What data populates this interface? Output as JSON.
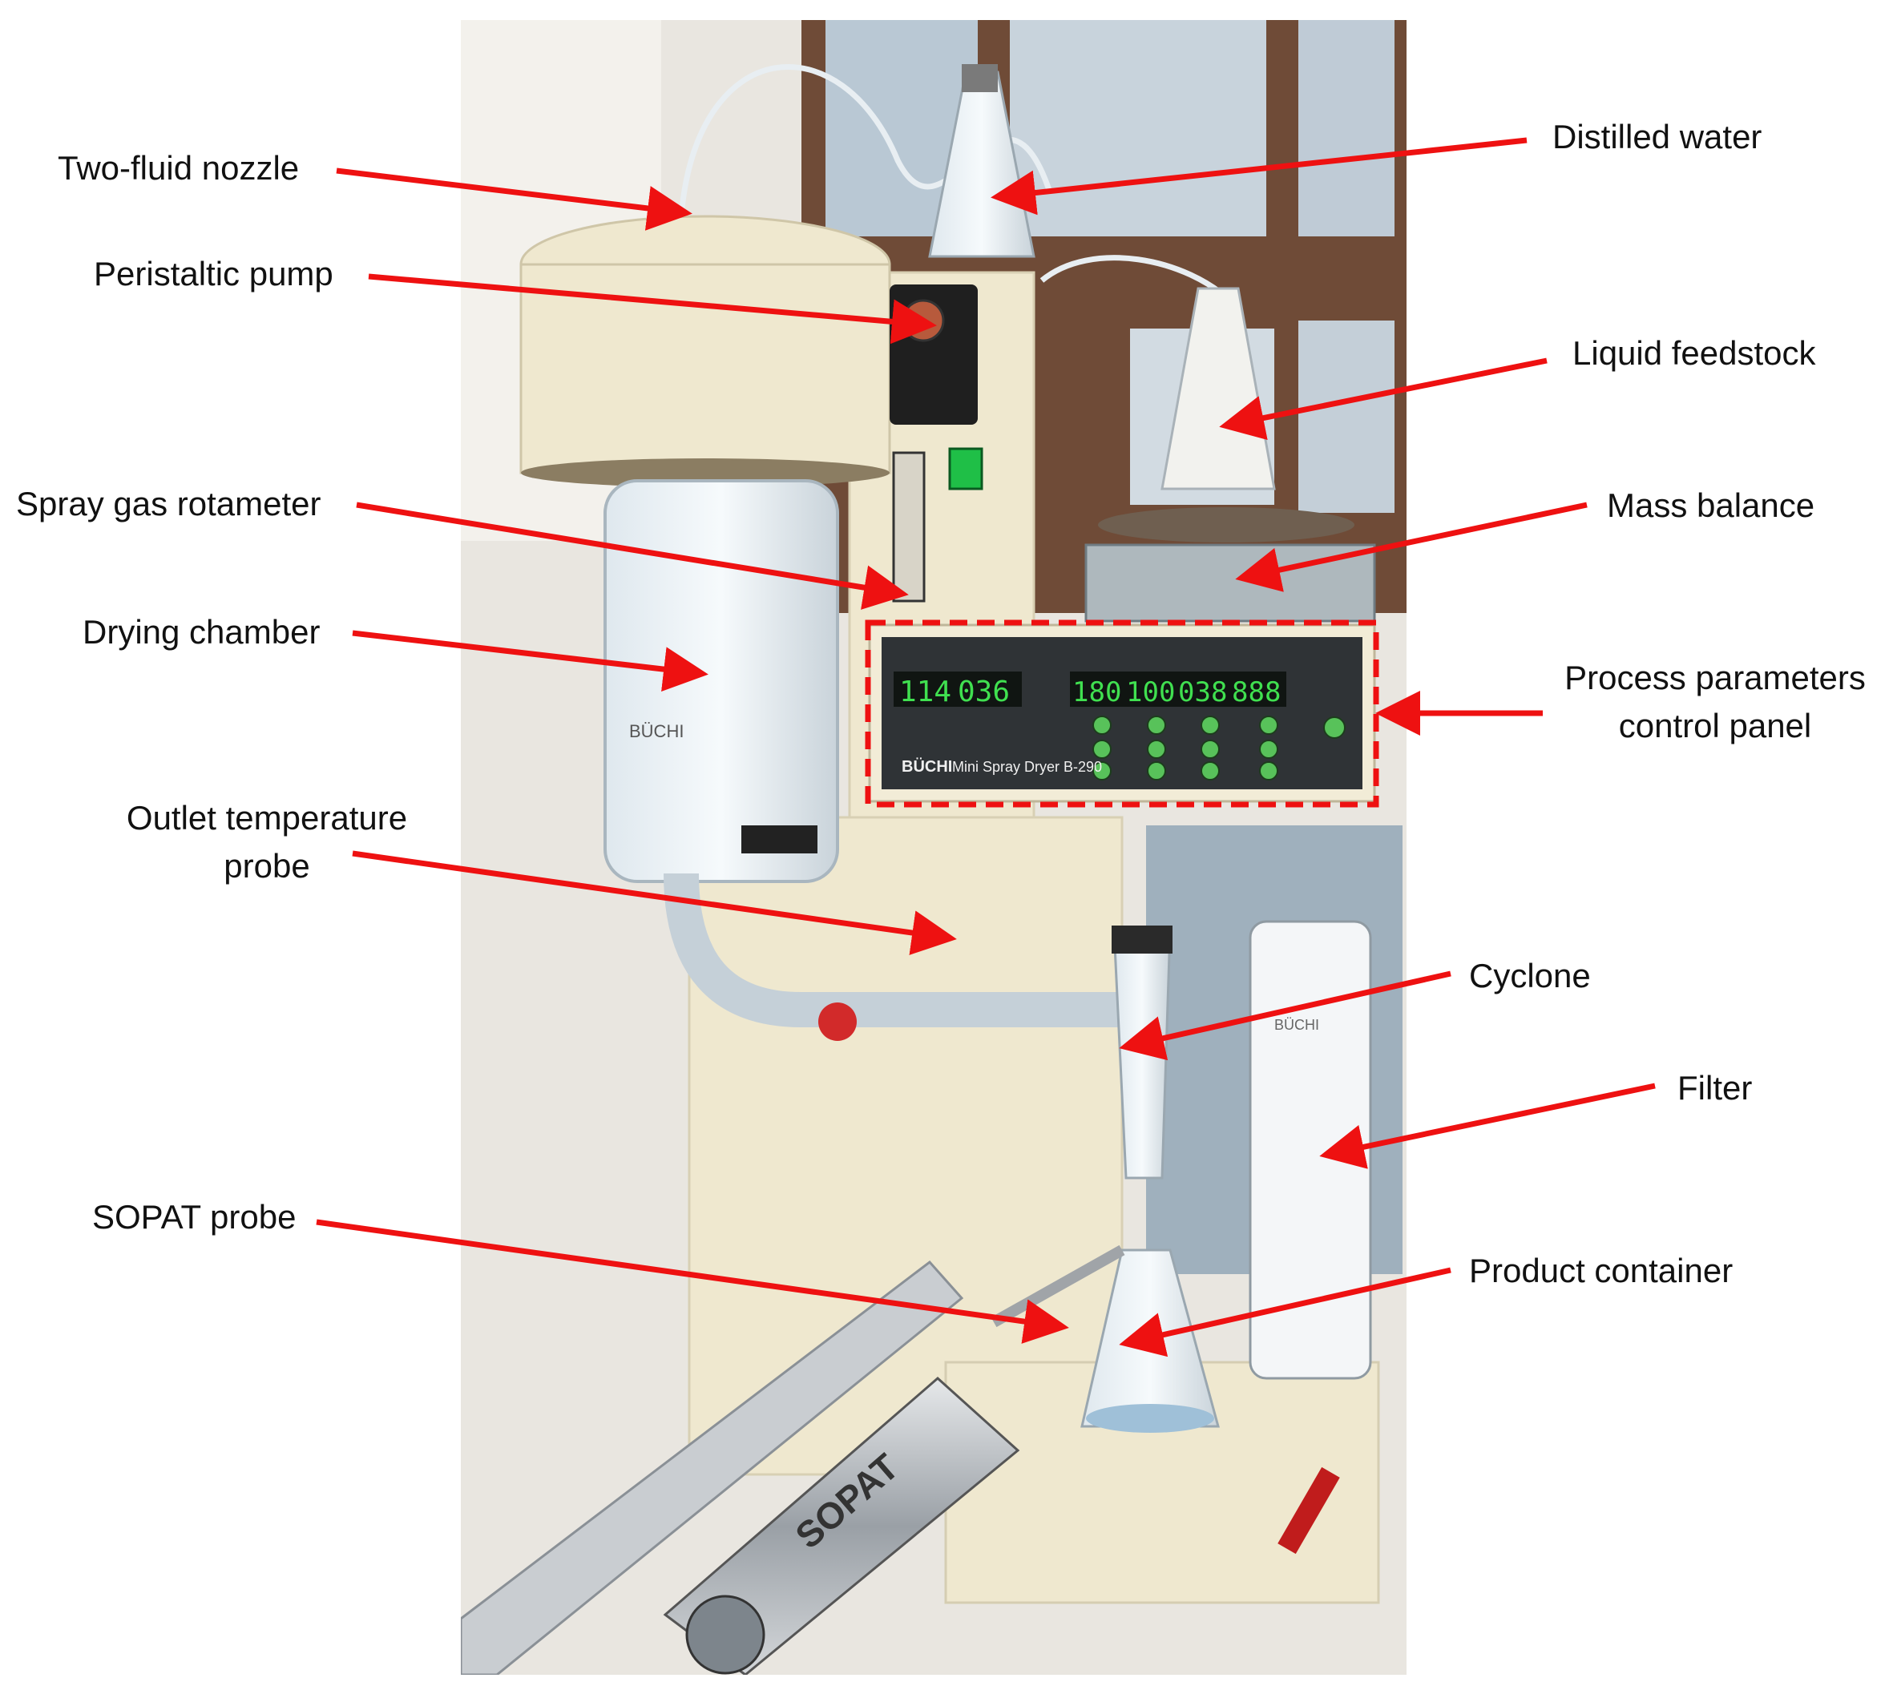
{
  "colors": {
    "arrow": "#ee1111",
    "frame_outer": "#ffffff",
    "dryer_body": "#efe8cf",
    "window_frame": "#6f4b37",
    "panel": "#2f3336",
    "digits": "#40e050"
  },
  "labels": {
    "two_fluid_nozzle": "Two-fluid nozzle",
    "peristaltic_pump": "Peristaltic pump",
    "spray_gas_rotameter": "Spray gas rotameter",
    "drying_chamber": "Drying chamber",
    "outlet_probe_line1": "Outlet temperature",
    "outlet_probe_line2": "probe",
    "sopat_probe": "SOPAT probe",
    "distilled_water": "Distilled water",
    "liquid_feedstock": "Liquid feedstock",
    "mass_balance": "Mass balance",
    "control_panel_line1": "Process parameters",
    "control_panel_line2": "control panel",
    "cyclone": "Cyclone",
    "filter": "Filter",
    "product_container": "Product container"
  },
  "photo_text": {
    "brand": "BÜCHI",
    "model": "Mini Spray Dryer B-290",
    "inlet_actual": "114",
    "outlet_actual": "036",
    "inlet_setting": "180",
    "aspirator_setting": "100",
    "pump_setting": "038",
    "nozzle_cleaner_setting": "888",
    "probe_brand": "SOPAT",
    "chamber_logo": "BÜCHI",
    "filter_logo": "BÜCHI"
  }
}
